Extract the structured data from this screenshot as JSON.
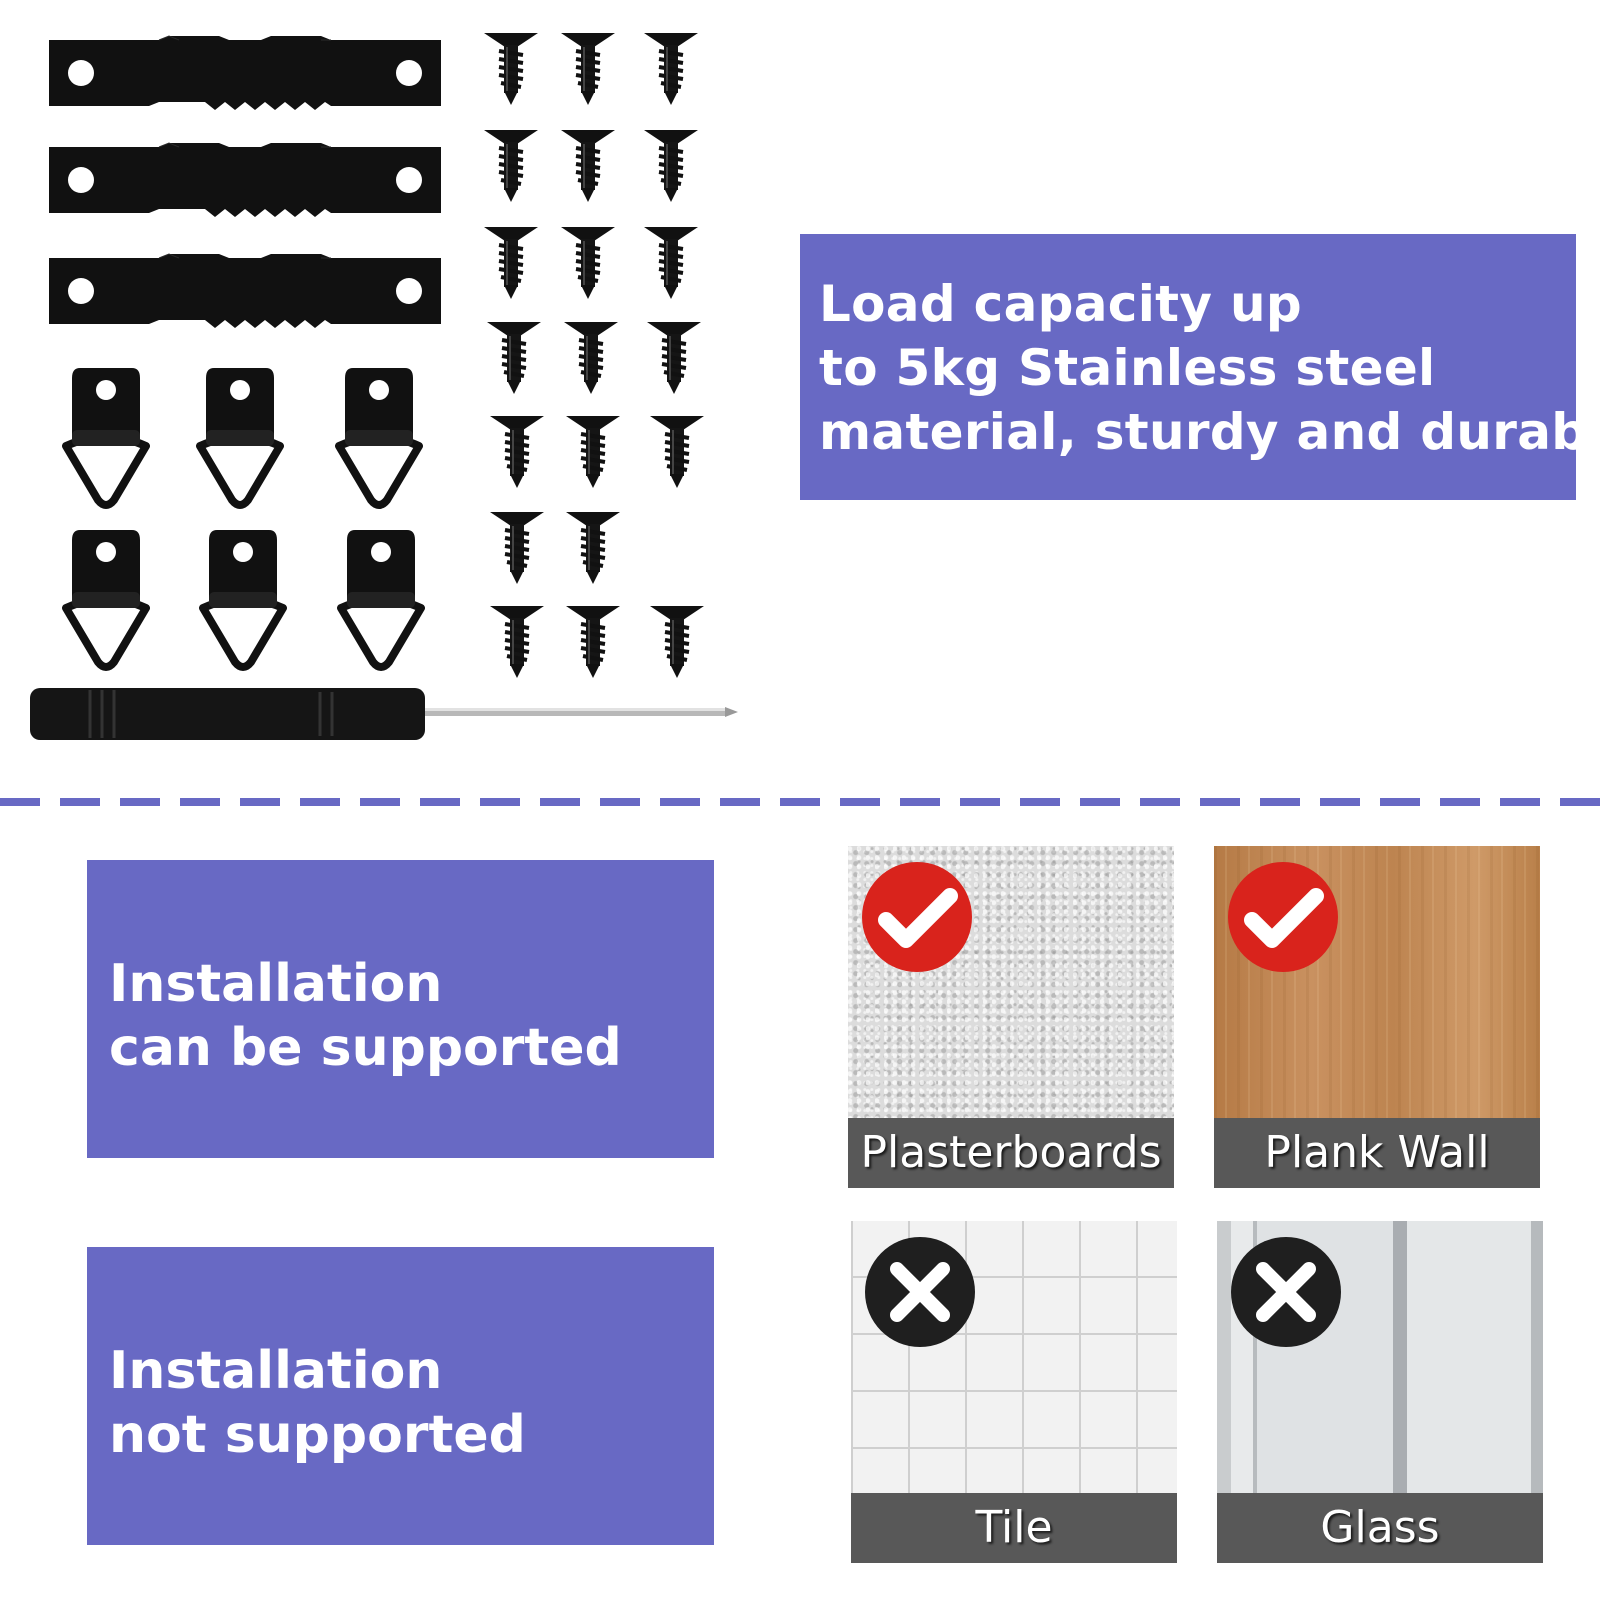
{
  "load_panel": {
    "line1": "Load capacity up",
    "line2": "to 5kg Stainless steel",
    "line3": "material, sturdy and durable"
  },
  "supported_panel": {
    "line1": "Installation",
    "line2": "can be supported"
  },
  "unsupported_panel": {
    "line1": "Installation",
    "line2": "not supported"
  },
  "surfaces": {
    "plasterboards": {
      "label": "Plasterboards",
      "status": "supported"
    },
    "plank_wall": {
      "label": "Plank Wall",
      "status": "supported"
    },
    "tile": {
      "label": "Tile",
      "status": "not supported"
    },
    "glass": {
      "label": "Glass",
      "status": "not supported"
    }
  },
  "colors": {
    "panel": "#6869c4",
    "check_badge": "#d9231c",
    "cross_badge": "#1f1f1f",
    "caption_bar": "#585858"
  },
  "icons": {
    "supported": "check-icon",
    "not_supported": "cross-icon"
  }
}
